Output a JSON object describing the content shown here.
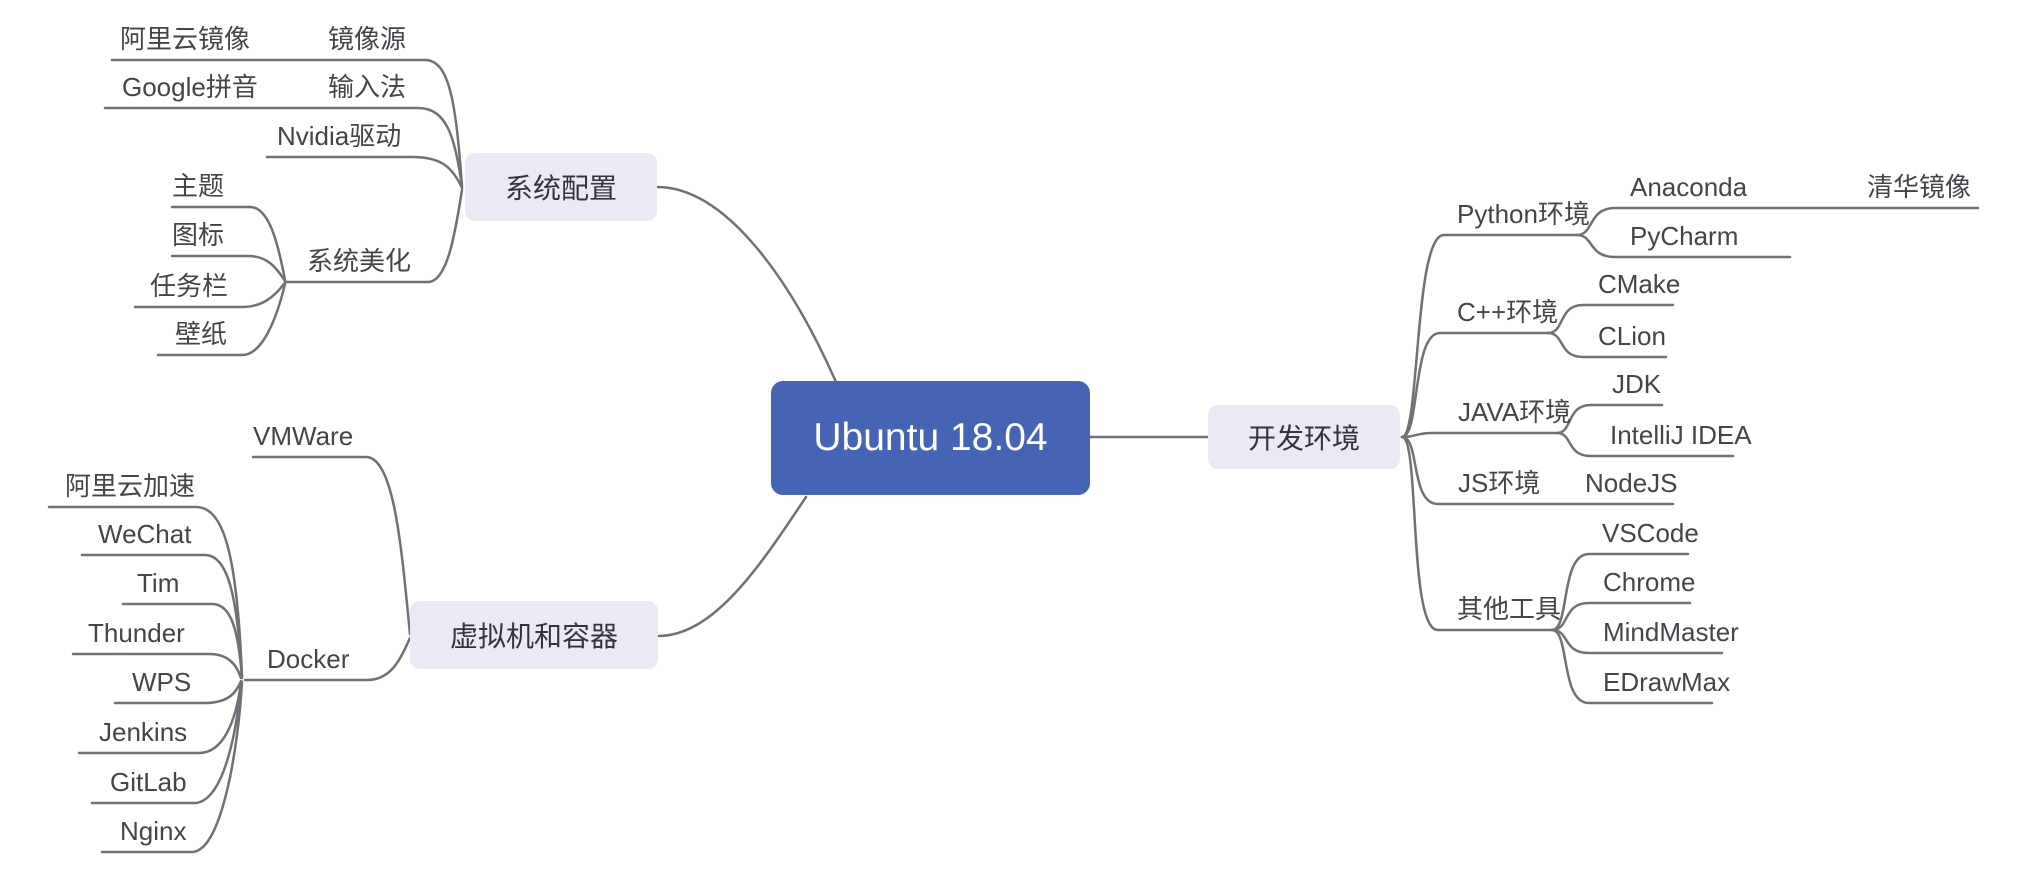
{
  "colors": {
    "canvas_bg": "#ffffff",
    "line": "#6f7176",
    "root_fill": "#4664b4",
    "root_text": "#ffffff",
    "topic_fill": "#e9eaf3",
    "topic_text": "#33353a",
    "leaf_text": "#43454a"
  },
  "map": {
    "root": {
      "label": "Ubuntu 18.04"
    },
    "left_top": {
      "label": "系统配置",
      "children": [
        {
          "label": "镜像源",
          "children": [
            {
              "label": "阿里云镜像"
            }
          ]
        },
        {
          "label": "输入法",
          "children": [
            {
              "label": "Google拼音"
            }
          ]
        },
        {
          "label": "Nvidia驱动"
        },
        {
          "label": "系统美化",
          "children": [
            {
              "label": "主题"
            },
            {
              "label": "图标"
            },
            {
              "label": "任务栏"
            },
            {
              "label": "壁纸"
            }
          ]
        }
      ]
    },
    "left_bottom": {
      "label": "虚拟机和容器",
      "children": [
        {
          "label": "VMWare"
        },
        {
          "label": "Docker",
          "children": [
            {
              "label": "阿里云加速"
            },
            {
              "label": "WeChat"
            },
            {
              "label": "Tim"
            },
            {
              "label": "Thunder"
            },
            {
              "label": "WPS"
            },
            {
              "label": "Jenkins"
            },
            {
              "label": "GitLab"
            },
            {
              "label": "Nginx"
            }
          ]
        }
      ]
    },
    "right": {
      "label": "开发环境",
      "children": [
        {
          "label": "Python环境",
          "children": [
            {
              "label": "Anaconda",
              "children": [
                {
                  "label": "清华镜像"
                }
              ]
            },
            {
              "label": "PyCharm"
            }
          ]
        },
        {
          "label": "C++环境",
          "children": [
            {
              "label": "CMake"
            },
            {
              "label": "CLion"
            }
          ]
        },
        {
          "label": "JAVA环境",
          "children": [
            {
              "label": "JDK"
            },
            {
              "label": "IntelliJ IDEA"
            }
          ]
        },
        {
          "label": "JS环境",
          "children": [
            {
              "label": "NodeJS"
            }
          ]
        },
        {
          "label": "其他工具",
          "children": [
            {
              "label": "VSCode"
            },
            {
              "label": "Chrome"
            },
            {
              "label": "MindMaster"
            },
            {
              "label": "EDrawMax"
            }
          ]
        }
      ]
    }
  }
}
